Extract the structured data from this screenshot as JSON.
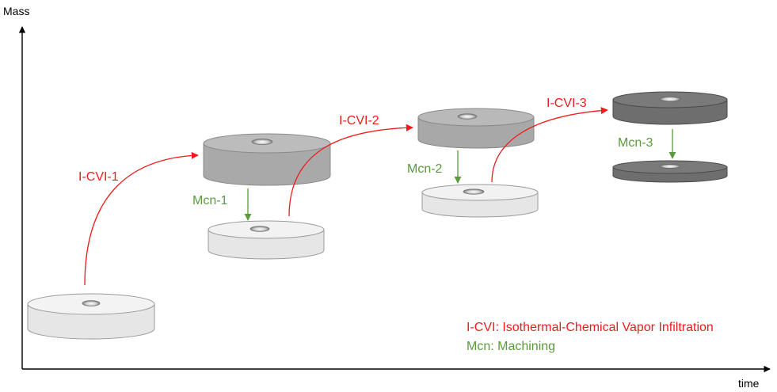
{
  "axes": {
    "y_label": "Mass",
    "x_label": "time"
  },
  "steps": {
    "icvi_1": "I-CVI-1",
    "icvi_2": "I-CVI-2",
    "icvi_3": "I-CVI-3",
    "mcn_1": "Mcn-1",
    "mcn_2": "Mcn-2",
    "mcn_3": "Mcn-3"
  },
  "legend": {
    "icvi": "I-CVI: Isothermal-Chemical Vapor Infiltration",
    "mcn": "Mcn: Machining"
  },
  "colors": {
    "icvi": "#ee1c1c",
    "mcn": "#5a9a3c",
    "axis": "#000000",
    "disc_white": "#e6e6e6",
    "disc_light_grey": "#a8a8a8",
    "disc_grey": "#9a9a9a",
    "disc_dark": "#6e6e6e"
  }
}
